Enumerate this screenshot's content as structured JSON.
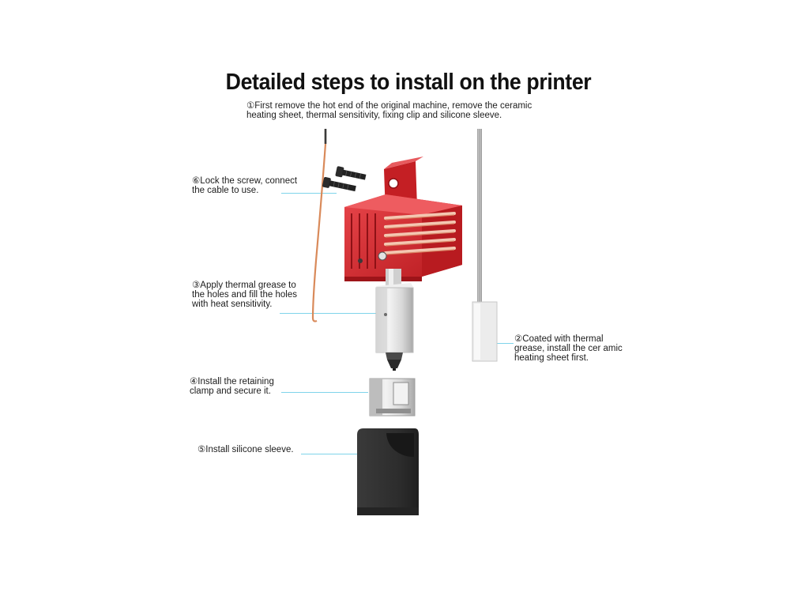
{
  "title": "Detailed steps to install on the printer",
  "steps": {
    "step1": "①First remove the hot end of the original machine, remove the ceramic\nheating sheet, thermal sensitivity, fixing clip and silicone sleeve.",
    "step2": "②Coated with thermal\ngrease, install the cer amic\nheating sheet first.",
    "step3": "③Apply thermal grease to\nthe holes and fill the holes\nwith heat sensitivity.",
    "step4": "④Install the retaining\nclamp and secure it.",
    "step5": "⑤Install silicone sleeve.",
    "step6": "⑥Lock the screw, connect\nthe cable to use."
  },
  "colors": {
    "heatsink_red": "#d9262a",
    "leader_line": "#7fd4ea",
    "silicone_sleeve": "#2e2e2e",
    "copper_wire": "#d98a5a"
  }
}
